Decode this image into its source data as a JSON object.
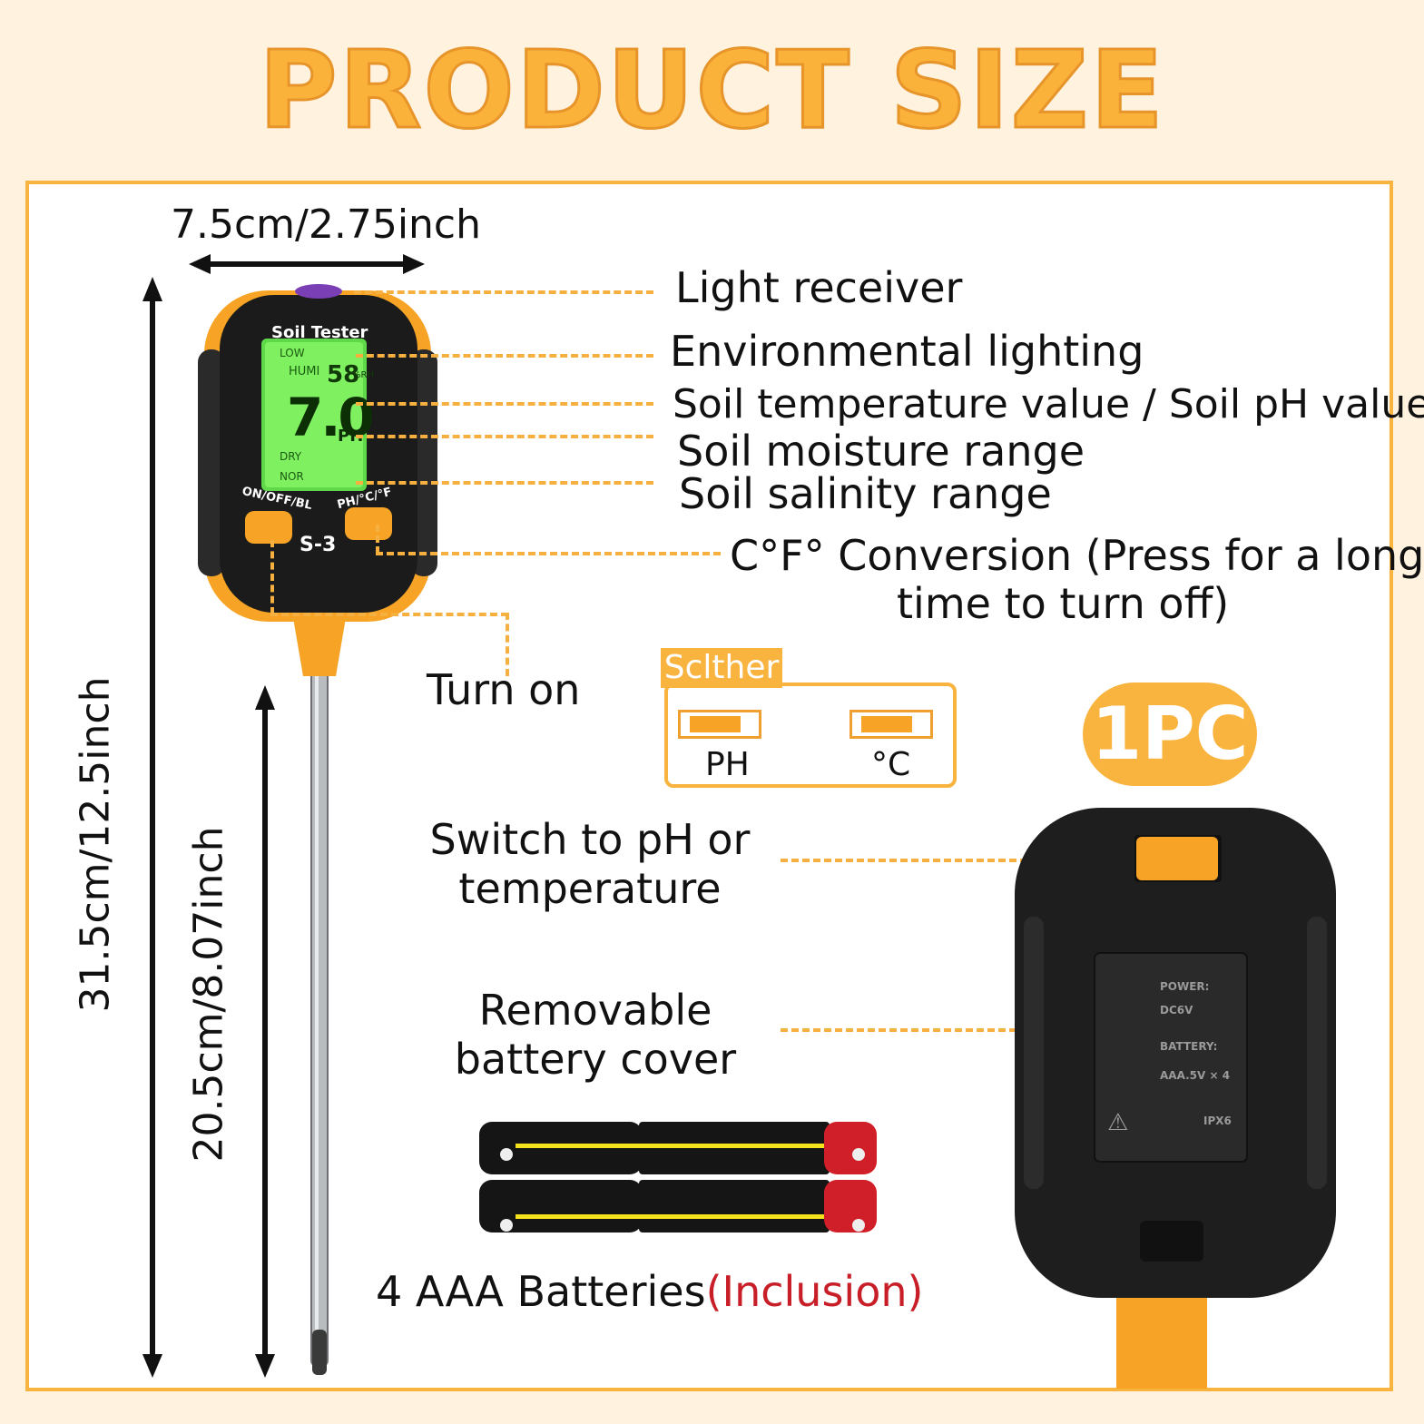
{
  "title": "PRODUCT SIZE",
  "dimensions": {
    "width": "7.5cm/2.75inch",
    "total_length": "31.5cm/12.5inch",
    "probe_length": "20.5cm/8.07inch"
  },
  "callouts": {
    "light_receiver": "Light receiver",
    "environmental_lighting": "Environmental lighting",
    "temp_ph": "Soil temperature value / Soil pH value",
    "moisture": "Soil moisture range",
    "salinity": "Soil salinity range",
    "conversion_line1": "C°F° Conversion (Press for a long",
    "conversion_line2": "time to turn off)",
    "turn_on": "Turn on",
    "switch_line1": "Switch to pH or",
    "switch_line2": "temperature",
    "battery_cover_line1": "Removable",
    "battery_cover_line2": "battery cover",
    "batteries": "4 AAA Batteries",
    "batteries_note": "(Inclusion)"
  },
  "switch_diagram": {
    "brand": "Sclther",
    "left_label": "PH",
    "right_label": "°C"
  },
  "quantity_badge": "1PC",
  "device": {
    "name": "Soil Tester",
    "model": "S-3",
    "screen_low": "LOW",
    "screen_humi": "HUMI",
    "screen_humi_value": "58",
    "screen_humi_unit": "%RH",
    "screen_ph_value": "7.0",
    "screen_ph_unit": "PH",
    "screen_dry": "DRY",
    "screen_nor": "NOR",
    "button_left": "ON/OFF/BL",
    "button_right": "PH/°C/°F"
  },
  "back_label": {
    "power": "POWER:",
    "voltage": "DC6V",
    "battery": "BATTERY:",
    "battery_type": "AAA.5V × 4",
    "rating": "IPX6"
  },
  "colors": {
    "accent": "#f9b33f",
    "background": "#fff3e0",
    "red_note": "#c81e28"
  }
}
